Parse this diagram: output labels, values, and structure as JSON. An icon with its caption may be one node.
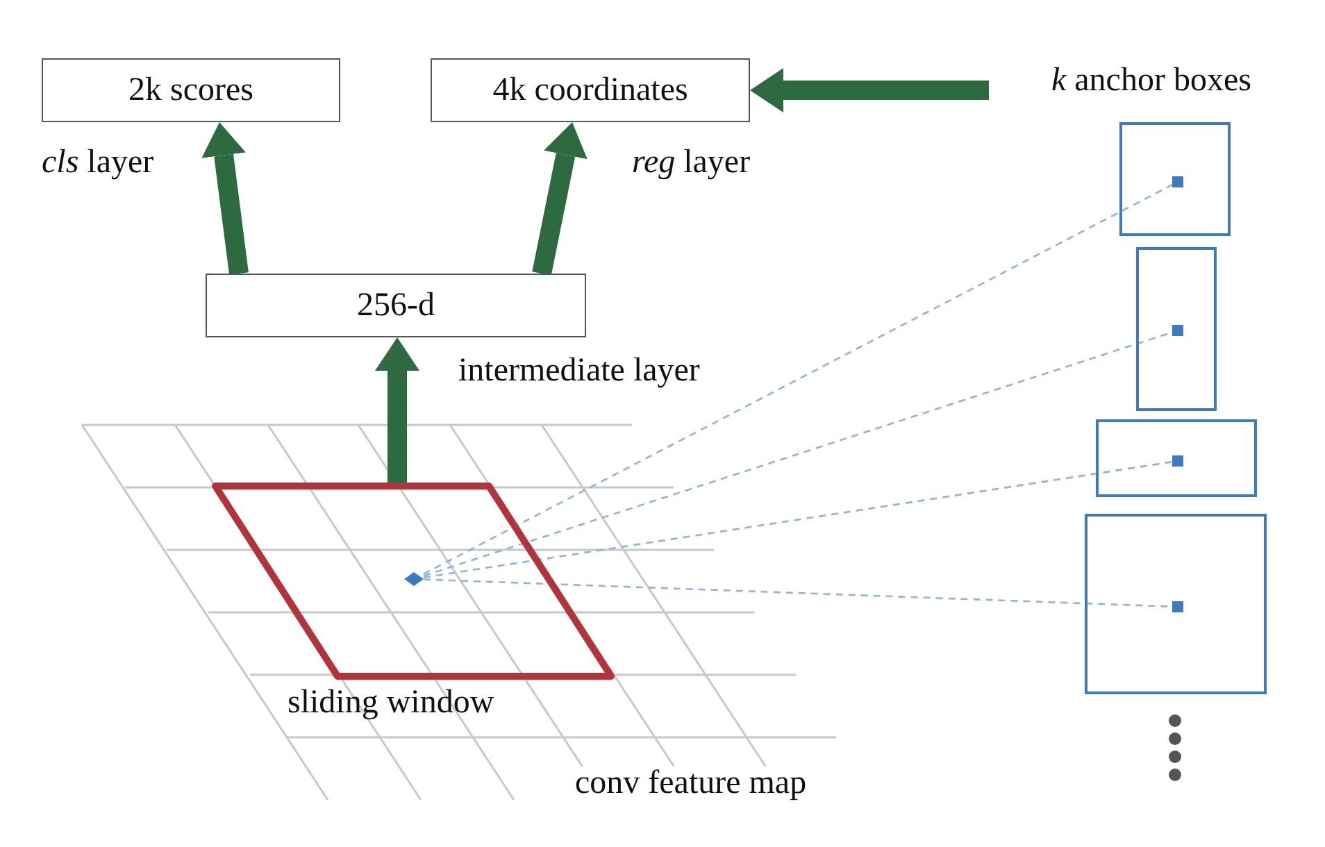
{
  "diagram": {
    "nodes": [
      {
        "text": [
          "2k scores"
        ],
        "beside": [
          "*cls* layer"
        ]
      },
      {
        "text": [
          "4k coordinates"
        ],
        "beside": [
          "*reg* layer"
        ]
      },
      {
        "text": [
          "256-d"
        ],
        "beside": [
          "intermediate layer"
        ]
      },
      {
        "text": [
          "sliding window"
        ]
      },
      {
        "text": [],
        "shape": "diamond",
        "in": 3
      },
      {
        "text": [],
        "shape": "box"
      },
      {
        "text": [],
        "shape": "box"
      },
      {
        "text": [],
        "shape": "box"
      },
      {
        "text": [],
        "shape": "box"
      },
      {
        "text": [],
        "shape": "box",
        "in": 5
      },
      {
        "text": [],
        "shape": "box",
        "in": 6
      },
      {
        "text": [],
        "shape": "box",
        "in": 7
      },
      {
        "text": [],
        "shape": "box",
        "in": 8
      }
    ],
    "edges": [
      {
        "from": 2,
        "to": 0,
        "arrow": "to",
        "style": "thick",
        "color": "#2e6a3f"
      },
      {
        "from": 2,
        "to": 1,
        "arrow": "to",
        "style": "thick",
        "color": "#2e6a3f"
      },
      {
        "from": 3,
        "to": 2,
        "arrow": "to",
        "style": "thick",
        "color": "#2e6a3f"
      },
      {
        "from": null,
        "to": 1,
        "arrow": "to",
        "style": "thick",
        "color": "#2e6a3f"
      },
      {
        "from": 4,
        "to": 9,
        "arrow": "none",
        "style": "dashed",
        "color": "#8db3e2"
      },
      {
        "from": 4,
        "to": 10,
        "arrow": "none",
        "style": "dashed",
        "color": "#8db3e2"
      },
      {
        "from": 4,
        "to": 11,
        "arrow": "none",
        "style": "dashed",
        "color": "#8db3e2"
      },
      {
        "from": 4,
        "to": 12,
        "arrow": "none",
        "style": "dashed",
        "color": "#8db3e2"
      }
    ],
    "labels": [
      "*k* anchor boxes",
      "conv feature map"
    ]
  }
}
